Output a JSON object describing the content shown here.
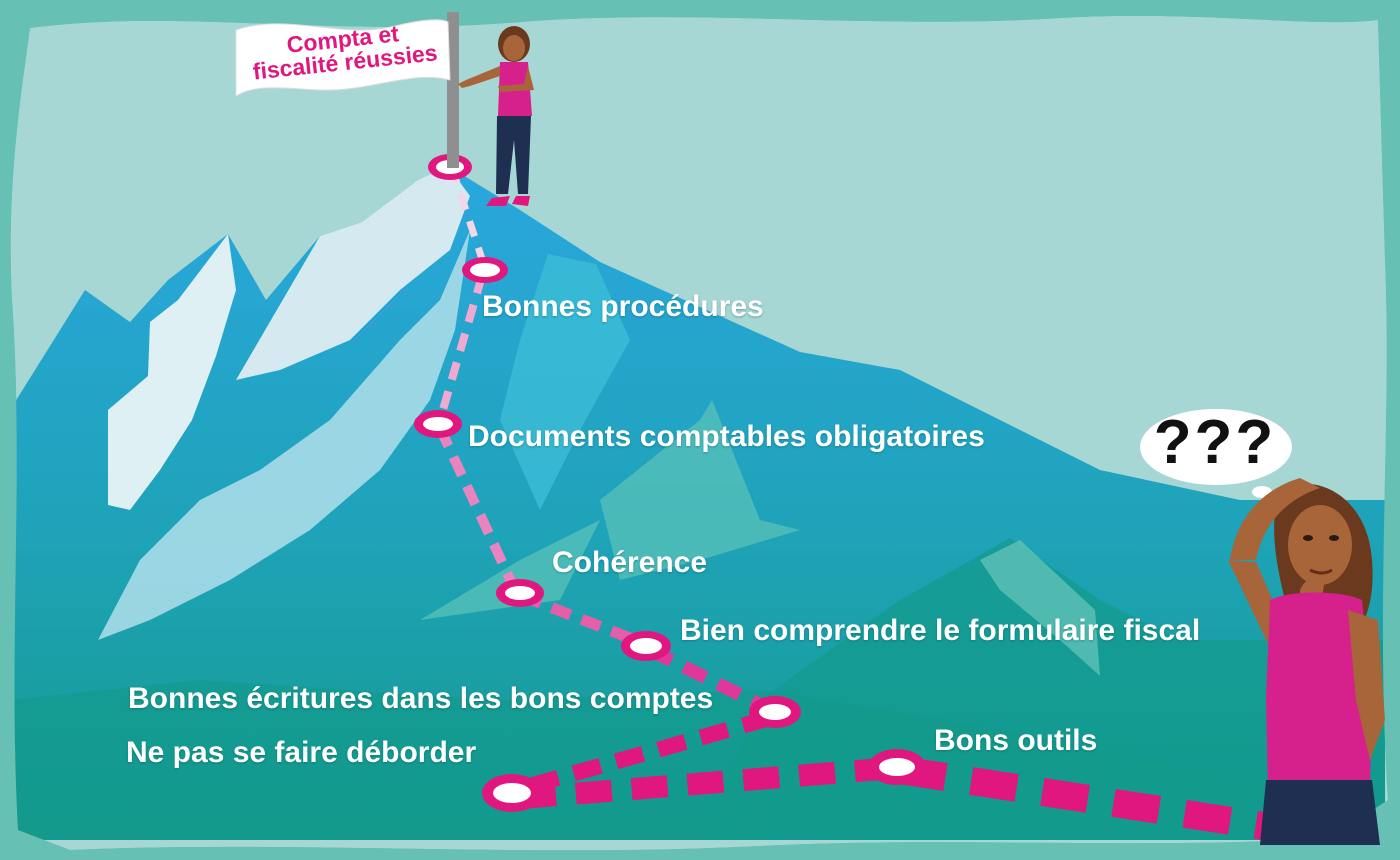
{
  "flag": {
    "line1": "Compta et",
    "line2": "fiscalité réussies"
  },
  "thought": {
    "text": "???"
  },
  "path_steps": [
    "Bonnes procédures",
    "Documents comptables obligatoires",
    "Cohérence",
    "Bien comprendre le formulaire fiscal",
    "Bonnes écritures dans les bons comptes",
    "Ne pas se faire déborder",
    "Bons outils"
  ],
  "colors": {
    "background": "#66c0b4",
    "sky": "#a6d7d4",
    "mountain_blue": "#27a9dc",
    "mountain_teal": "#189e96",
    "snow": "#d4e9f0",
    "path_pink": "#e0177f",
    "text": "#ffffff",
    "top_woman_top": "#d6208c",
    "thinking_woman_top": "#d6208c"
  }
}
